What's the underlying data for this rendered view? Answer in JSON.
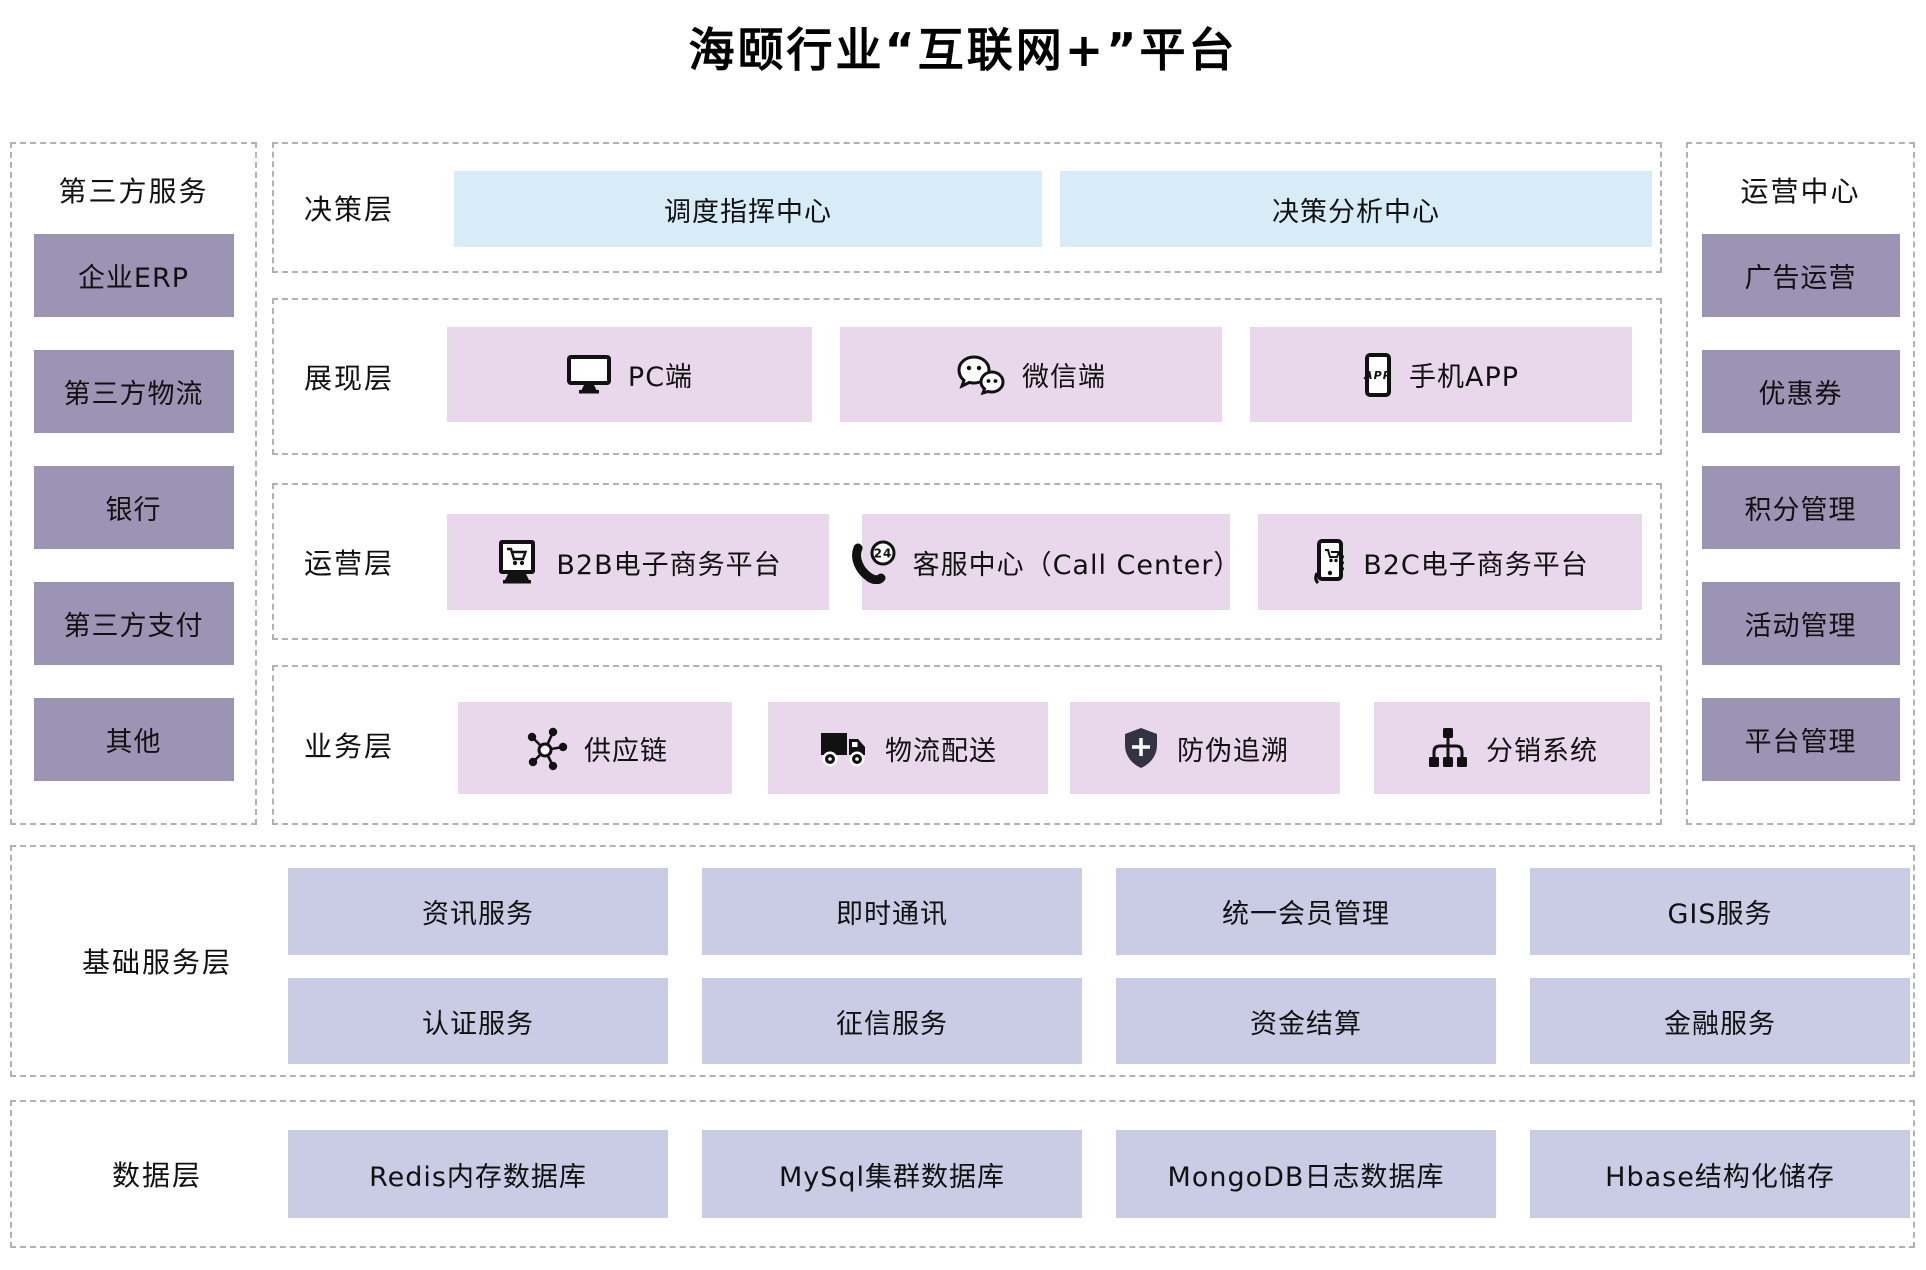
{
  "title": "海颐行业“互联网+”平台",
  "colors": {
    "purple": "#9c94b5",
    "blue": "#d8ecf8",
    "pink": "#e9d8eb",
    "periwinkle": "#c9cce4"
  },
  "left_panel": {
    "title": "第三方服务",
    "items": [
      "企业ERP",
      "第三方物流",
      "银行",
      "第三方支付",
      "其他"
    ]
  },
  "right_panel": {
    "title": "运营中心",
    "items": [
      "广告运营",
      "优惠券",
      "积分管理",
      "活动管理",
      "平台管理"
    ]
  },
  "layers": {
    "decision": {
      "label": "决策层",
      "items": [
        {
          "label": "调度指挥中心"
        },
        {
          "label": "决策分析中心"
        }
      ]
    },
    "presentation": {
      "label": "展现层",
      "items": [
        {
          "icon": "pc-monitor-icon",
          "label": "PC端"
        },
        {
          "icon": "wechat-icon",
          "label": "微信端"
        },
        {
          "icon": "phone-app-icon",
          "label": "手机APP"
        }
      ]
    },
    "operation": {
      "label": "运营层",
      "items": [
        {
          "icon": "b2b-commerce-icon",
          "label": "B2B电子商务平台"
        },
        {
          "icon": "callcenter-24-icon",
          "label": "客服中心（Call Center）"
        },
        {
          "icon": "b2c-mobile-commerce-icon",
          "label": "B2C电子商务平台"
        }
      ]
    },
    "business": {
      "label": "业务层",
      "items": [
        {
          "icon": "supply-chain-icon",
          "label": "供应链"
        },
        {
          "icon": "logistics-truck-icon",
          "label": "物流配送"
        },
        {
          "icon": "anticounterfeit-shield-icon",
          "label": "防伪追溯"
        },
        {
          "icon": "distribution-tree-icon",
          "label": "分销系统"
        }
      ]
    },
    "foundation": {
      "label": "基础服务层",
      "row1": [
        "资讯服务",
        "即时通讯",
        "统一会员管理",
        "GIS服务"
      ],
      "row2": [
        "认证服务",
        "征信服务",
        "资金结算",
        "金融服务"
      ]
    },
    "data": {
      "label": "数据层",
      "items": [
        "Redis内存数据库",
        "MySql集群数据库",
        "MongoDB日志数据库",
        "Hbase结构化储存"
      ]
    }
  }
}
